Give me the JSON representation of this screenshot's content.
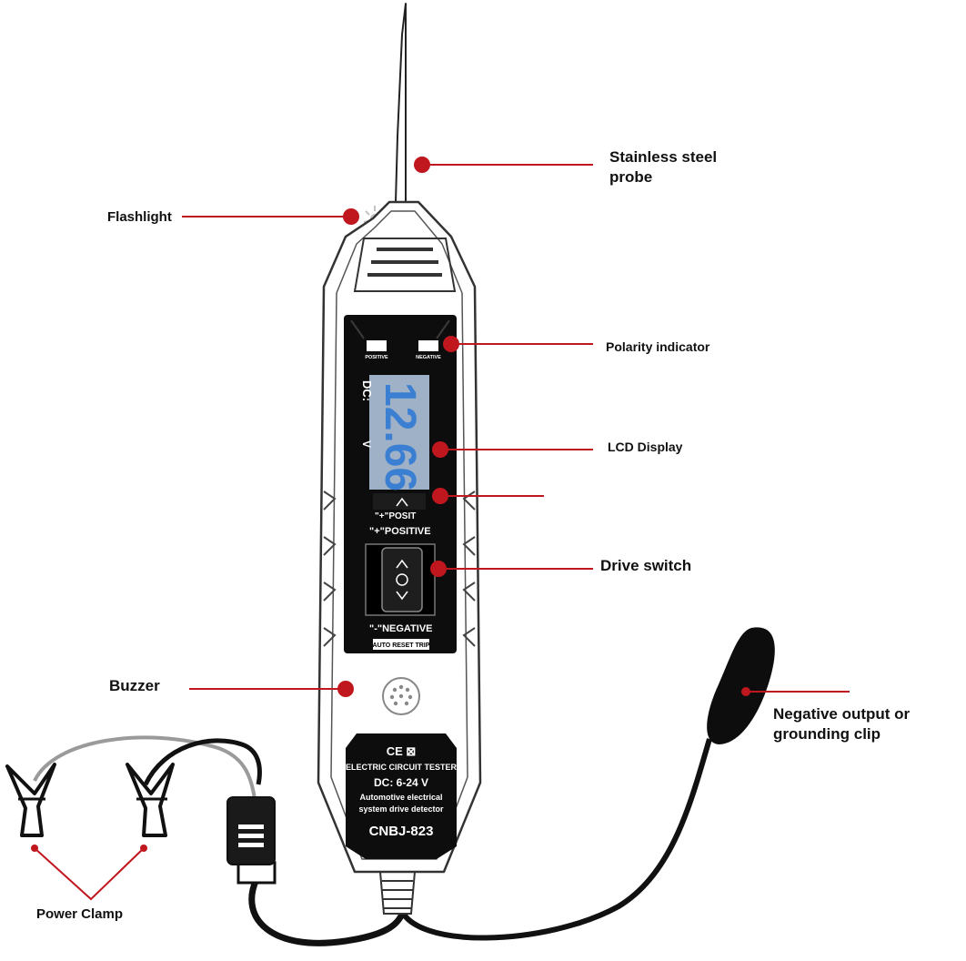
{
  "callouts": {
    "probe": [
      "Stainless steel",
      "probe"
    ],
    "flashlight": "Flashlight",
    "polarity": "Polarity indicator",
    "lcd": "LCD Display",
    "drive_switch": "Drive switch",
    "buzzer": "Buzzer",
    "negative_clip": [
      "Negative output or",
      "grounding clip"
    ],
    "power_clamp": "Power Clamp"
  },
  "device": {
    "indicator_positive": "POSITIVE",
    "indicator_negative": "NEGATIVE",
    "dc_label": "DC:",
    "reading": "12.66",
    "unit": "V",
    "posit_label": "\"+\"POSIT",
    "positive_label": "\"+\"POSITIVE",
    "negative_label": "\"-\"NEGATIVE",
    "auto_reset": "AUTO RESET TRIP",
    "marks": "CE  ⊠",
    "plate_title": "ELECTRIC CIRCUIT TESTER",
    "plate_dc": "DC: 6-24 V",
    "plate_line1": "Automotive electrical",
    "plate_line2": "system drive detector",
    "model": "CNBJ-823"
  },
  "colors": {
    "callout_red": "#c0161e",
    "outline": "#333333",
    "panel": "#0d0d0d",
    "lcd_bg": "#9fb1c6",
    "lcd_digits": "#3a7fd2"
  }
}
